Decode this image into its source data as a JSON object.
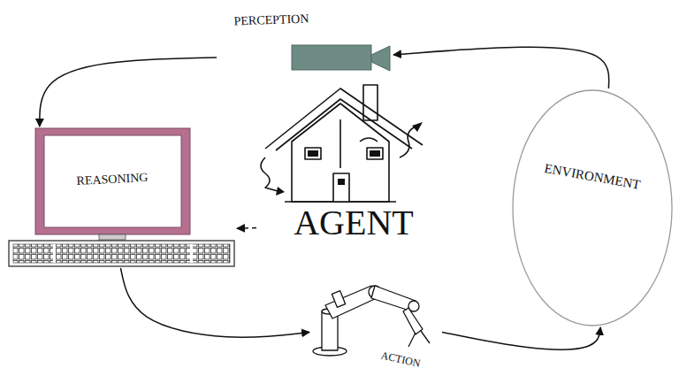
{
  "diagram": {
    "nodes": [
      {
        "text": [
          "PERCEPTION"
        ]
      },
      {
        "text": [
          "REASONING"
        ]
      },
      {
        "text": [
          "AGENT"
        ]
      },
      {
        "text": [
          "ACTION"
        ]
      },
      {
        "text": [
          "ENVIRONMENT"
        ]
      }
    ],
    "edges": [
      {
        "from": 0,
        "to": 1,
        "arrow": "to"
      },
      {
        "from": 1,
        "to": 3,
        "arrow": "to"
      },
      {
        "from": 3,
        "to": 4,
        "arrow": "to"
      },
      {
        "from": 4,
        "to": 0,
        "arrow": "to"
      },
      {
        "from": 2,
        "to": 1,
        "arrow": "to"
      }
    ]
  }
}
